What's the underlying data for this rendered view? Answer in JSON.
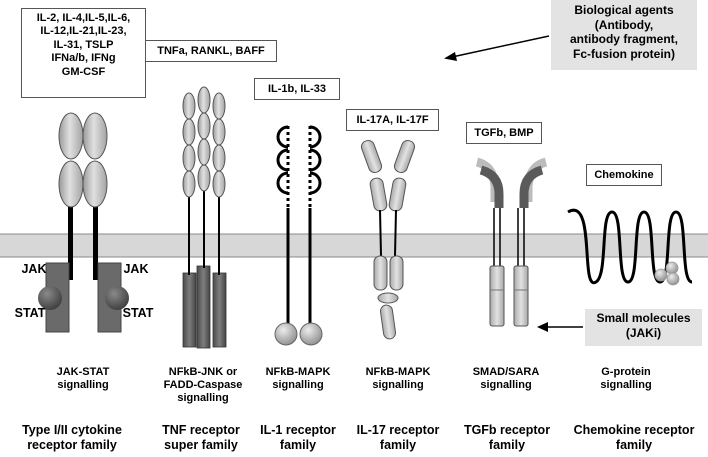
{
  "ligands": {
    "type12": "IL-2, IL-4,IL-5,IL-6,\nIL-12,IL-21,IL-23,\nIL-31, TSLP\nIFNa/b, IFNg\nGM-CSF",
    "tnf": "TNFa, RANKL, BAFF",
    "il1": "IL-1b, IL-33",
    "il17": "IL-17A, IL-17F",
    "tgfb": "TGFb, BMP",
    "chemokine": "Chemokine"
  },
  "biological_agents": "Biological agents\n(Antibody,\nantibody fragment,\nFc-fusion protein)",
  "small_molecules": "Small molecules\n(JAKi)",
  "jak_labels": {
    "jak_left": "JAK",
    "jak_right": "JAK",
    "stat_left": "STAT",
    "stat_right": "STAT"
  },
  "signalling": {
    "jakstat": "JAK-STAT\nsignalling",
    "tnf": "NFkB-JNK or\nFADD-Caspase\nsignalling",
    "il1": "NFkB-MAPK\nsignalling",
    "il17": "NFkB-MAPK\nsignalling",
    "tgfb": "SMAD/SARA\nsignalling",
    "gprotein": "G-protein\nsignalling"
  },
  "families": {
    "type12": "Type I/II cytokine\nreceptor family",
    "tnf": "TNF receptor\nsuper family",
    "il1": "IL-1 receptor\nfamily",
    "il17": "IL-17 receptor\nfamily",
    "tgfb": "TGFb receptor\nfamily",
    "chemokine": "Chemokine receptor\nfamily"
  }
}
